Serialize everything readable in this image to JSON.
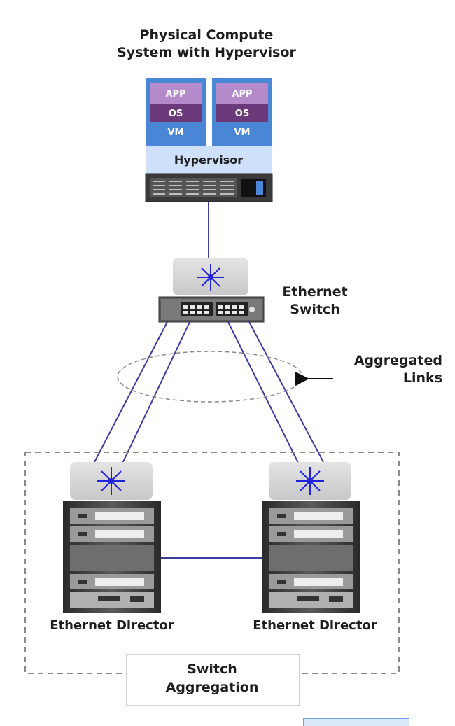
{
  "title": {
    "line1": "Physical Compute",
    "line2": "System with Hypervisor"
  },
  "vm_stack": {
    "app_label": "APP",
    "os_label": "OS",
    "vm_label": "VM",
    "hypervisor_label": "Hypervisor"
  },
  "ethernet_switch": {
    "line1": "Ethernet",
    "line2": "Switch"
  },
  "aggregated_links": {
    "line1": "Aggregated",
    "line2": "Links"
  },
  "directors": [
    {
      "label": "Ethernet Director"
    },
    {
      "label": "Ethernet Director"
    }
  ],
  "switch_aggregation": {
    "line1": "Switch",
    "line2": "Aggregation"
  },
  "colors": {
    "link": "#3c3ca0",
    "switch_star": "#2222dd",
    "app_block": "#b48acb",
    "os_block": "#6c3a7a",
    "vm_block": "#4a86d6",
    "hypervisor": "#cfe0fa",
    "dashed_border": "#8a8a8a"
  },
  "icons": [
    "server-chassis-icon",
    "switch-star-icon",
    "ethernet-switch-icon",
    "rack-director-icon",
    "arrow-left-icon"
  ]
}
